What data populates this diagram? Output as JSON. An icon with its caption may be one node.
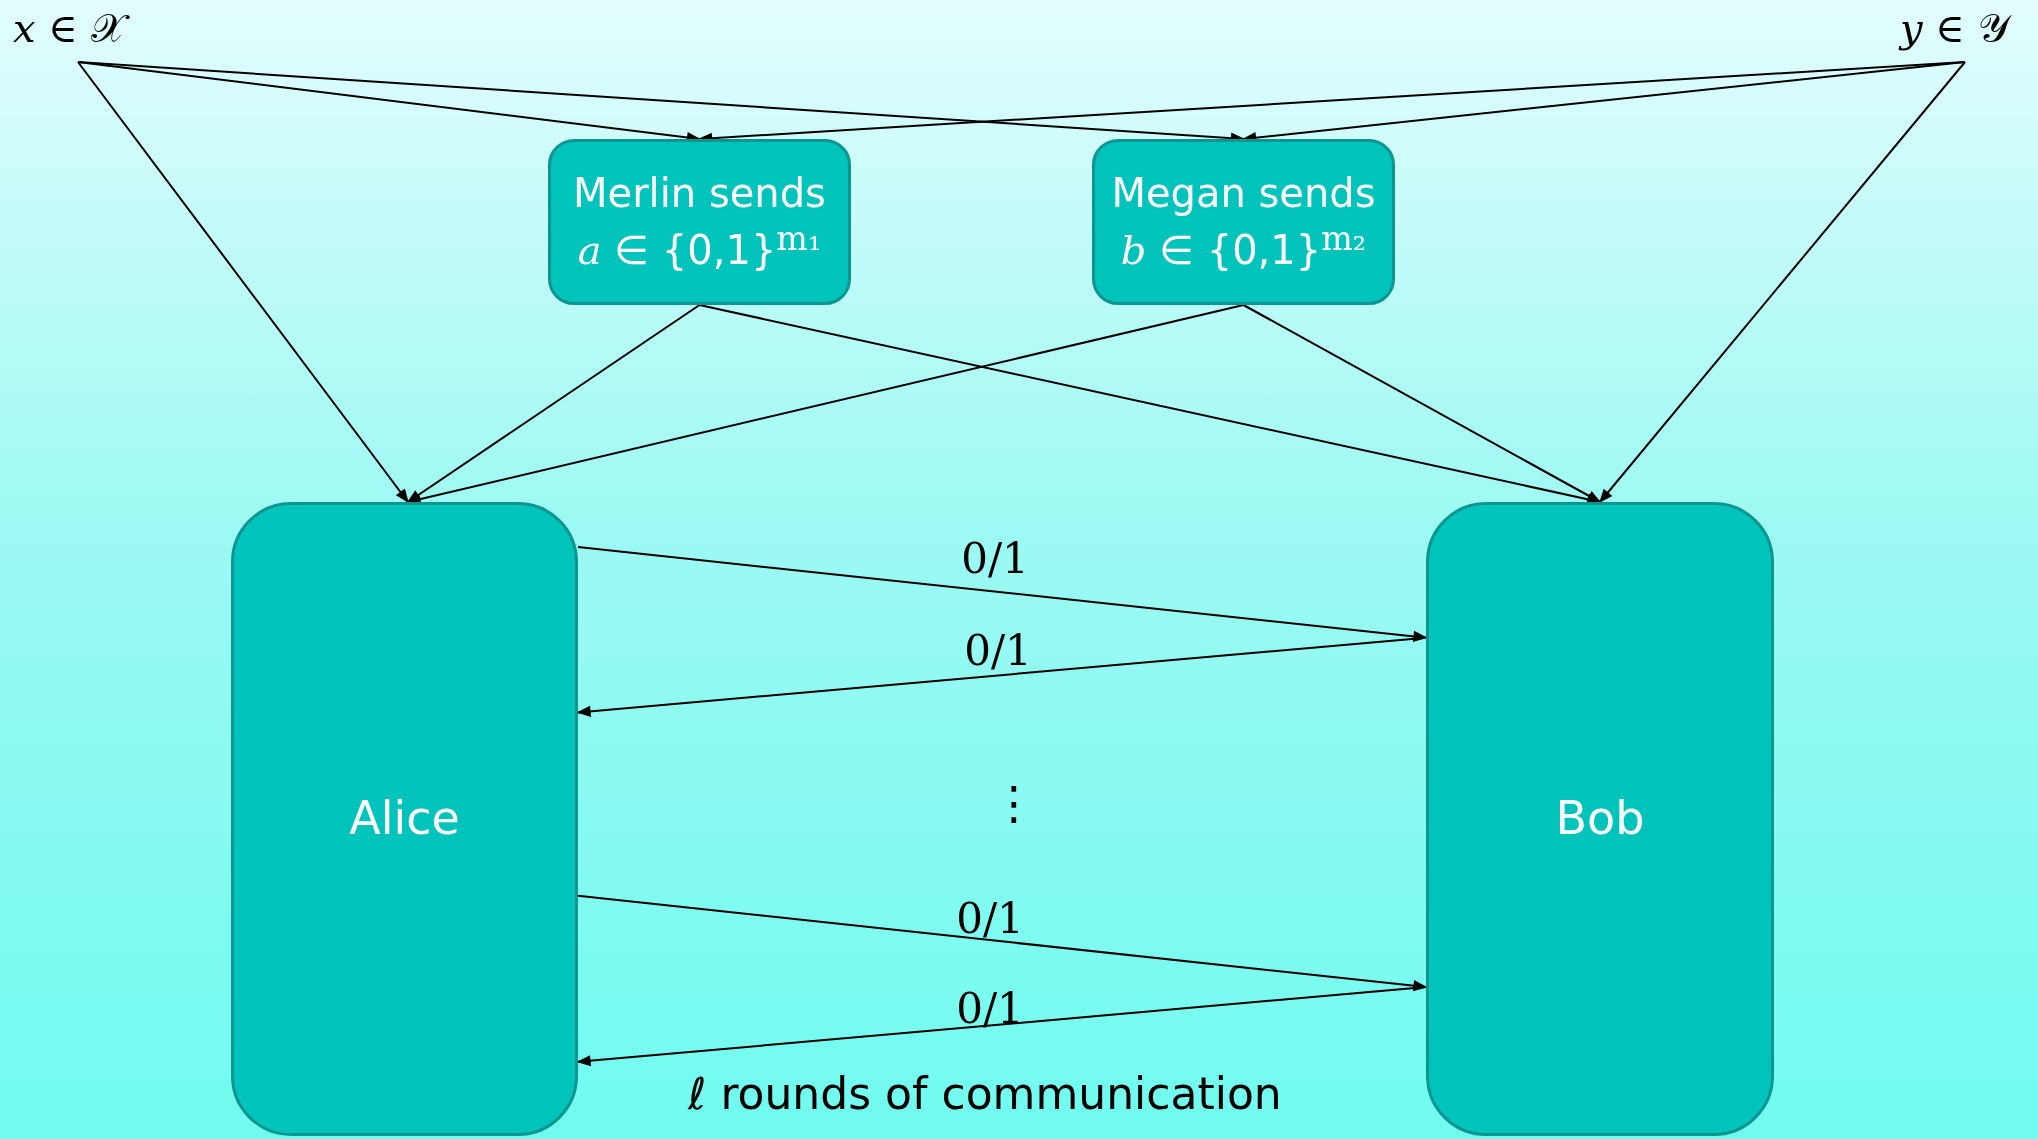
{
  "diagram": {
    "nodes": [
      {
        "text": [
          "*x* ∈ 𝒳"
        ]
      },
      {
        "text": [
          "*y* ∈ 𝒴"
        ]
      },
      {
        "text": [
          "Merlin sends *a* ∈ {0,1}$^{m₁}$"
        ]
      },
      {
        "text": [
          "Megan sends *b* ∈ {0,1}$^{m₂}$"
        ]
      },
      {
        "text": [
          "Alice"
        ]
      },
      {
        "text": [
          "Bob"
        ]
      }
    ],
    "edges": [
      {
        "from": 0,
        "to": 2,
        "arrow": "to"
      },
      {
        "from": 0,
        "to": 3,
        "arrow": "to"
      },
      {
        "from": 0,
        "to": 4,
        "arrow": "to"
      },
      {
        "from": 1,
        "to": 2,
        "arrow": "to"
      },
      {
        "from": 1,
        "to": 3,
        "arrow": "to"
      },
      {
        "from": 1,
        "to": 5,
        "arrow": "to"
      },
      {
        "from": 2,
        "to": 4,
        "arrow": "to"
      },
      {
        "from": 2,
        "to": 5,
        "arrow": "to"
      },
      {
        "from": 3,
        "to": 4,
        "arrow": "to"
      },
      {
        "from": 3,
        "to": 5,
        "arrow": "to"
      },
      {
        "from": 4,
        "to": 5,
        "arrow": "to",
        "label": "0/1"
      },
      {
        "from": 5,
        "to": 4,
        "arrow": "to",
        "label": "0/1"
      },
      {
        "from": 4,
        "to": 5,
        "arrow": "to",
        "label": "0/1"
      },
      {
        "from": 5,
        "to": 4,
        "arrow": "to",
        "label": "0/1"
      }
    ],
    "labels": [
      "⋮",
      "ℓ rounds of communication"
    ]
  }
}
